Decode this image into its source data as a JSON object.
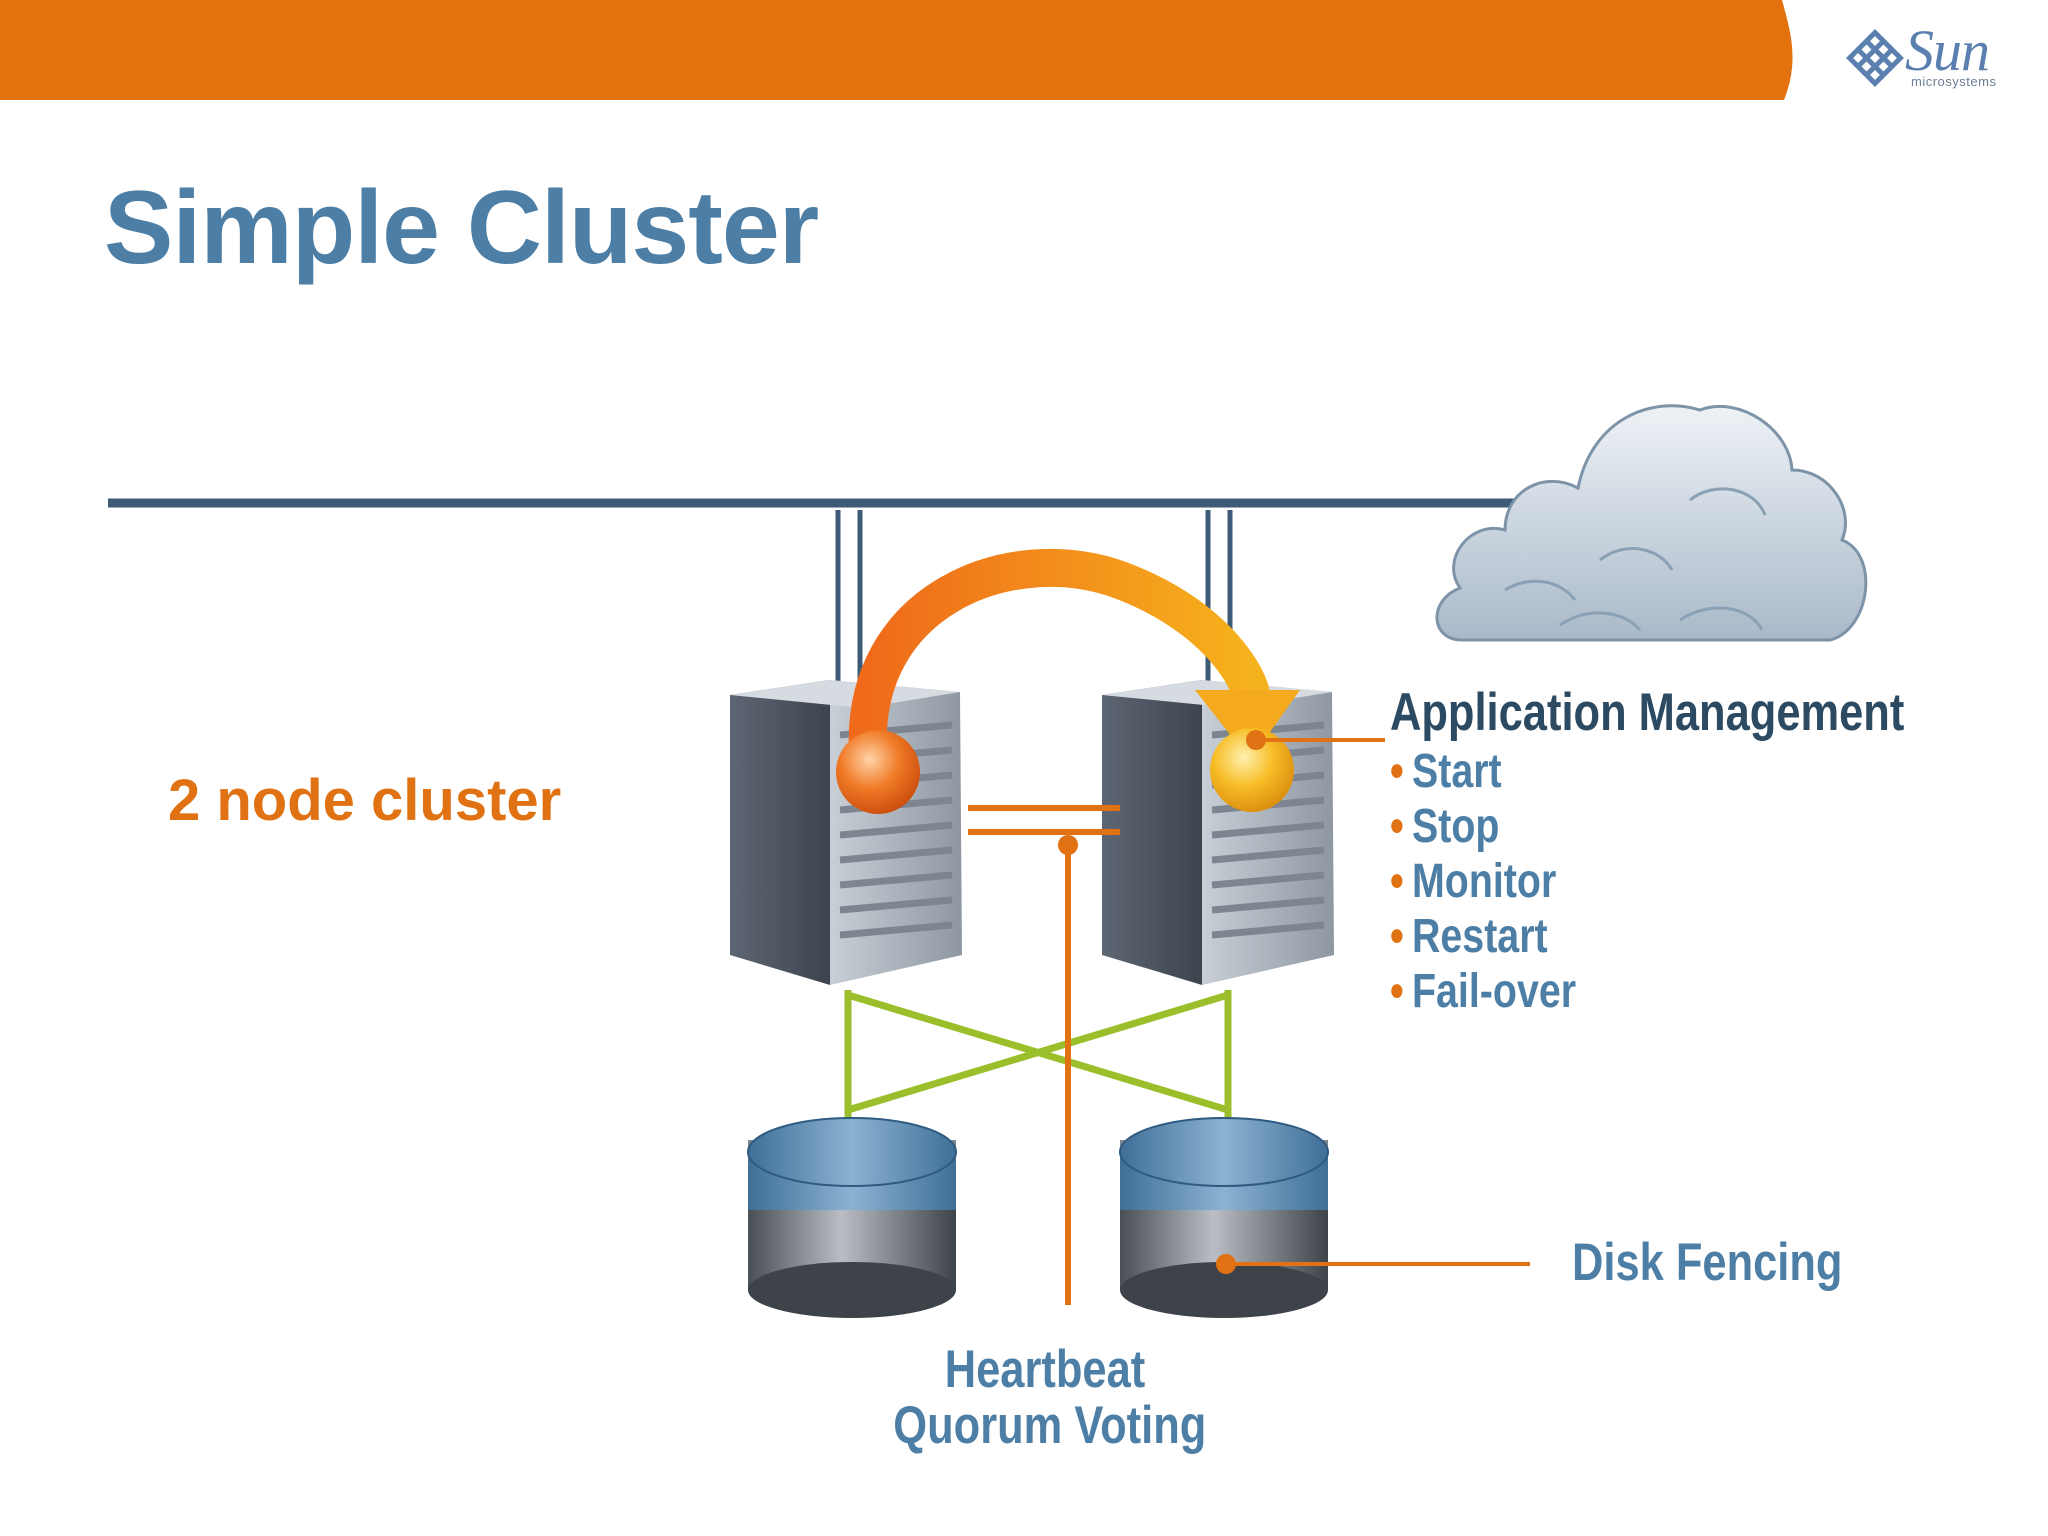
{
  "header": {
    "bar_color": "#e3720e",
    "logo": {
      "word": "Sun",
      "sub": "microsystems",
      "icon": "sun-logo-icon"
    }
  },
  "slide": {
    "title": "Simple Cluster",
    "cluster_label": "2 node cluster",
    "app_management": {
      "title": "Application  Management",
      "items": [
        "Start",
        "Stop",
        "Monitor",
        "Restart",
        "Fail-over"
      ]
    },
    "disk_fencing": "Disk Fencing",
    "heartbeat": {
      "line1": "Heartbeat",
      "line2": "Quorum Voting"
    }
  },
  "colors": {
    "title_blue": "#4d7fa6",
    "accent_orange": "#e07213",
    "network_line": "#3d5a76",
    "storage_link": "#9bbf2a"
  }
}
